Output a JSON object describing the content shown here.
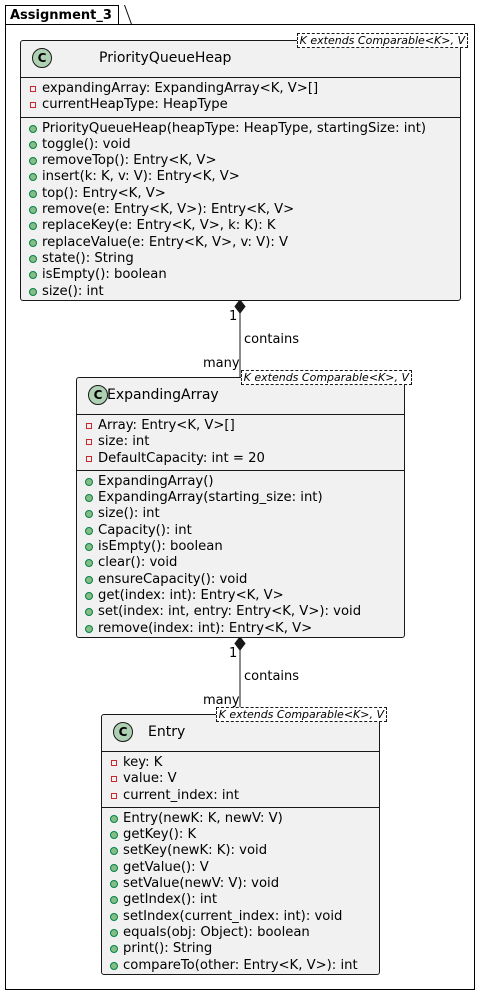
{
  "package": {
    "name": "Assignment_3"
  },
  "classes": [
    {
      "name": "PriorityQueueHeap",
      "generic": "K extends Comparable<K>, V",
      "fields": [
        "expandingArray: ExpandingArray<K, V>[]",
        "currentHeapType: HeapType"
      ],
      "methods": [
        "PriorityQueueHeap(heapType: HeapType, startingSize: int)",
        "toggle(): void",
        "removeTop(): Entry<K, V>",
        "insert(k: K, v: V): Entry<K, V>",
        "top(): Entry<K, V>",
        "remove(e: Entry<K, V>): Entry<K, V>",
        "replaceKey(e: Entry<K, V>, k: K): K",
        "replaceValue(e: Entry<K, V>, v: V): V",
        "state(): String",
        "isEmpty(): boolean",
        "size(): int"
      ]
    },
    {
      "name": "ExpandingArray",
      "generic": "K extends Comparable<K>, V",
      "fields": [
        "Array: Entry<K, V>[]",
        "size: int",
        "DefaultCapacity: int = 20"
      ],
      "methods": [
        "ExpandingArray()",
        "ExpandingArray(starting_size: int)",
        "size(): int",
        "Capacity(): int",
        "isEmpty(): boolean",
        "clear(): void",
        "ensureCapacity(): void",
        "get(index: int): Entry<K, V>",
        "set(index: int, entry: Entry<K, V>): void",
        "remove(index: int): Entry<K, V>"
      ]
    },
    {
      "name": "Entry",
      "generic": "K extends Comparable<K>, V",
      "fields": [
        "key: K",
        "value: V",
        "current_index: int"
      ],
      "methods": [
        "Entry(newK: K, newV: V)",
        "getKey(): K",
        "setKey(newK: K): void",
        "getValue(): V",
        "setValue(newV: V): void",
        "getIndex(): int",
        "setIndex(current_index: int): void",
        "equals(obj: Object): boolean",
        "print(): String",
        "compareTo(other: Entry<K, V>): int"
      ]
    }
  ],
  "relations": [
    {
      "label": "contains",
      "source_multiplicity": "1",
      "target_multiplicity": "many"
    },
    {
      "label": "contains",
      "source_multiplicity": "1",
      "target_multiplicity": "many"
    }
  ],
  "colors": {
    "class_fill": "#f1f1f1",
    "class_badge": "#add1b2",
    "private_marker": "#c82930",
    "public_marker": "#84be84"
  }
}
